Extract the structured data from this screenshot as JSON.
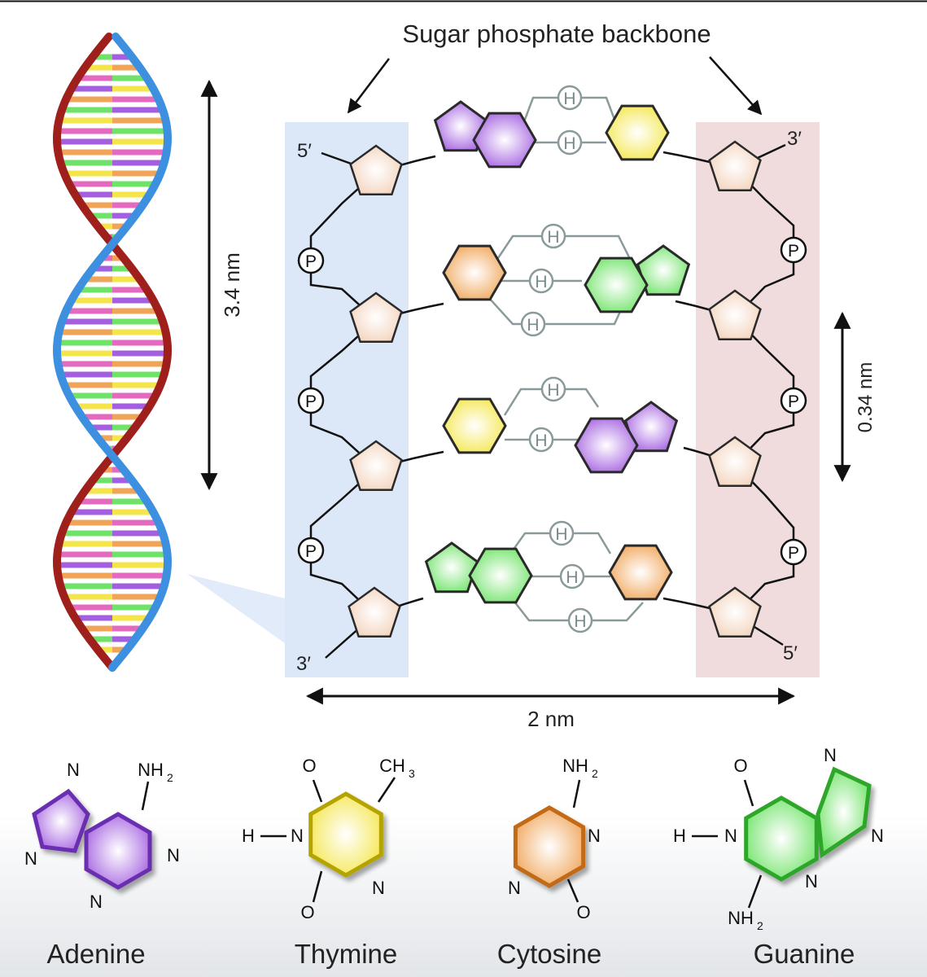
{
  "title": "Sugar phosphate backbone",
  "labels": {
    "five_prime_top": "5′",
    "three_prime_top": "3′",
    "three_prime_bottom": "3′",
    "five_prime_bottom": "5′",
    "helix_turn": "3.4 nm",
    "base_spacing": "0.34 nm",
    "width": "2 nm",
    "phosphate": "P",
    "hydrogen": "H"
  },
  "bases": {
    "adenine": "Adenine",
    "thymine": "Thymine",
    "cytosine": "Cytosine",
    "guanine": "Guanine"
  },
  "atoms": {
    "n": "N",
    "o": "O",
    "h_n": "H",
    "nh2_n": "NH",
    "nh2_sub": "2",
    "ch3_c": "CH",
    "ch3_sub": "3"
  },
  "colors": {
    "adenine": "#a35fe0",
    "thymine": "#f4e64a",
    "cytosine": "#f0a457",
    "guanine": "#6fe367",
    "backbone_left": "#dce8f8",
    "backbone_right": "#f0dcdc",
    "sugar": "#f7dfcc",
    "strand_red": "#9e1f1c",
    "strand_blue": "#3d8fe0"
  }
}
